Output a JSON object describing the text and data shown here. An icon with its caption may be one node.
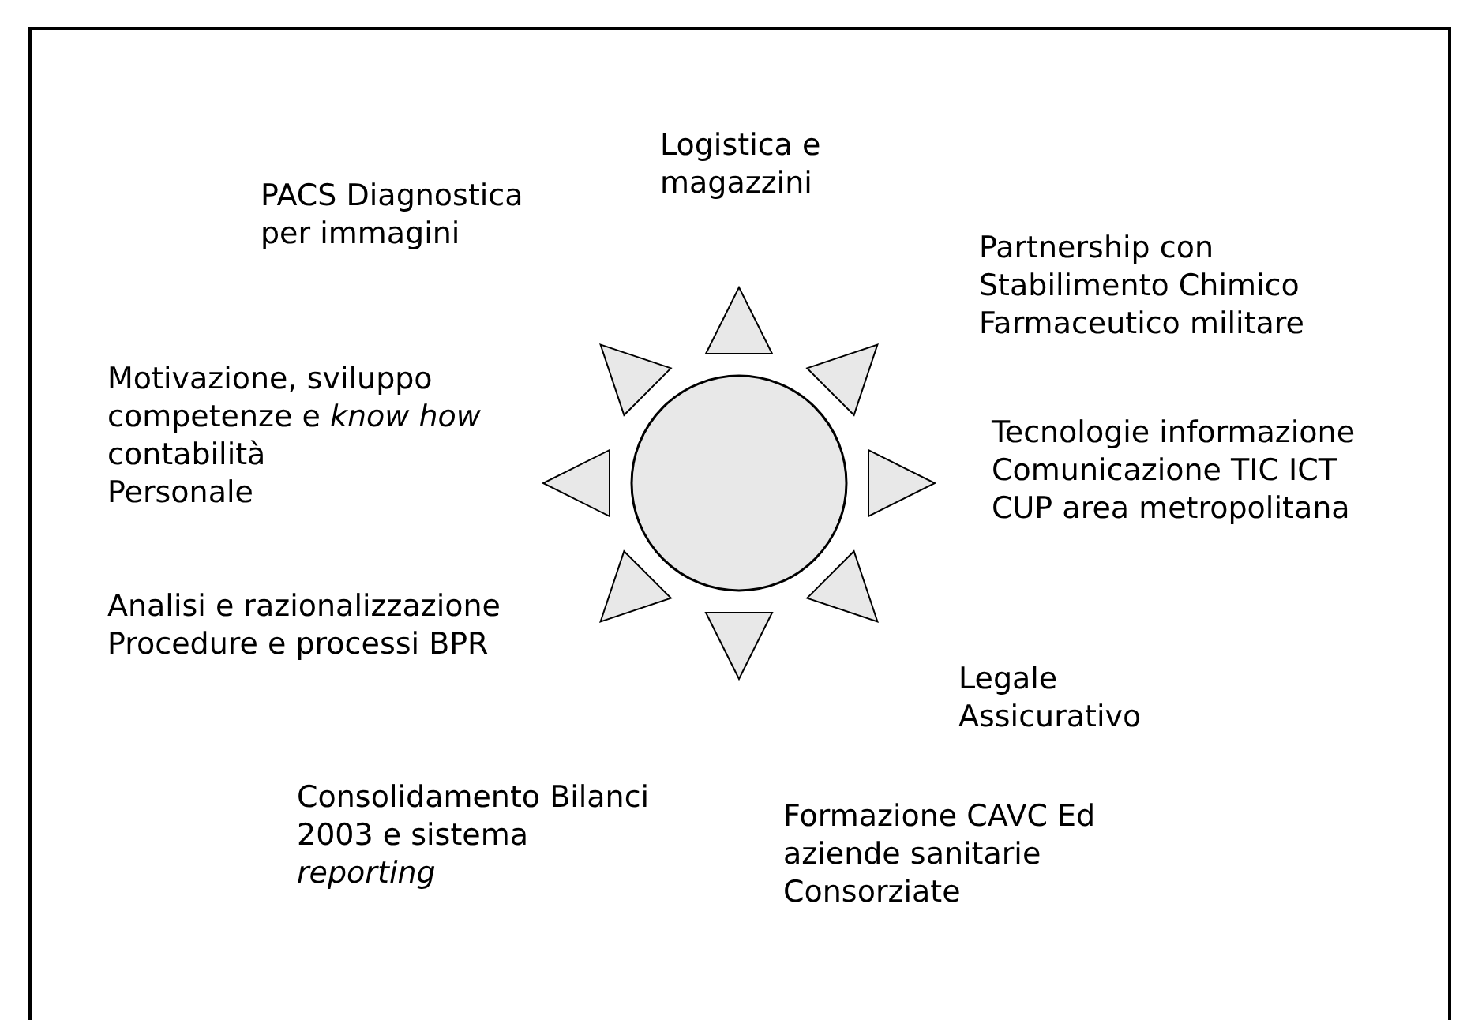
{
  "diagram": {
    "nodes": [
      {
        "text": [],
        "shape": "circle"
      }
    ],
    "labels": [
      "Logistica e magazzini",
      "PACS Diagnostica per immagini",
      "Partnership con Stabilimento Chimico Farmaceutico militare",
      "Motivazione, sviluppo competenze e *know how*",
      "contabilità",
      "Personale",
      "Tecnologie informazione Comunicazione TIC ICT CUP area metropolitana",
      "Analisi e razionalizzazione Procedure e processi BPR",
      "Legale Assicurativo",
      "Consolidamento Bilanci 2003 e sistema *reporting*",
      "Formazione  CAVC Ed aziende sanitarie Consorziate"
    ]
  }
}
